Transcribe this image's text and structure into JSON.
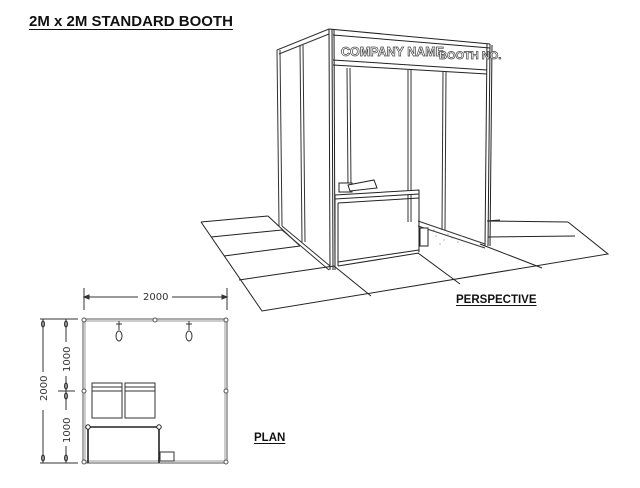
{
  "title": "2M x 2M STANDARD BOOTH",
  "views": {
    "perspective": {
      "label": "PERSPECTIVE",
      "fascia": {
        "company_name": "COMPANY NAME",
        "booth_no": "BOOTH NO."
      }
    },
    "plan": {
      "label": "PLAN",
      "dimensions": {
        "width": "2000",
        "depth": "2000",
        "half_top": "1000",
        "half_bottom": "1000"
      }
    }
  },
  "colors": {
    "line": "#222222",
    "background": "#ffffff",
    "frame": "#555555"
  }
}
